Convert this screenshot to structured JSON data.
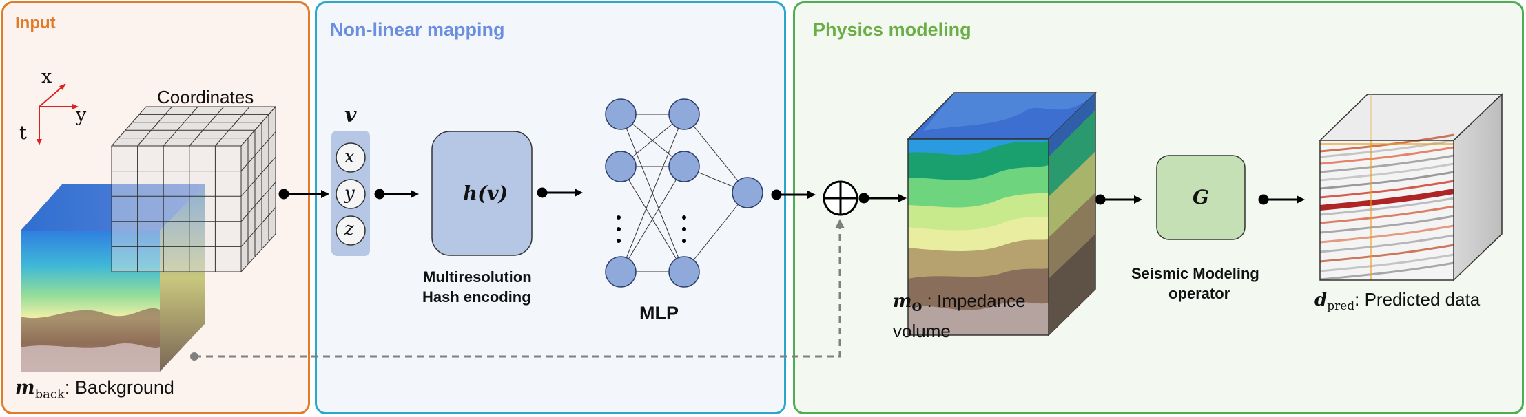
{
  "panels": {
    "input": {
      "title": "Input",
      "color": "#e07b2a",
      "bg": "#fdf3ee"
    },
    "nonlinear": {
      "title": "Non-linear mapping",
      "color": "#2aa7c9",
      "bg": "#f3f6fb"
    },
    "physics": {
      "title": "Physics modeling",
      "color": "#4caf50",
      "bg": "#f3f8f1"
    }
  },
  "axes": {
    "x": "x",
    "y": "y",
    "t": "t"
  },
  "coordinates_label": "Coordinates",
  "background_label": {
    "symbol": "m",
    "subscript": "back",
    "text": ": Background"
  },
  "v_symbol": "v",
  "v_items": [
    "x",
    "y",
    "z"
  ],
  "hash": {
    "symbol": "h(v)",
    "label_line1": "Multiresolution",
    "label_line2": "Hash encoding"
  },
  "mlp_label": "MLP",
  "impedance_label": {
    "symbol": "m",
    "subscript": "Θ",
    "line1": " : Impedance",
    "line2": "volume"
  },
  "operator": {
    "symbol": "G",
    "label_line1": "Seismic Modeling",
    "label_line2": "operator"
  },
  "predicted_label": {
    "symbol": "d",
    "subscript": "pred",
    "text": ": Predicted data"
  }
}
